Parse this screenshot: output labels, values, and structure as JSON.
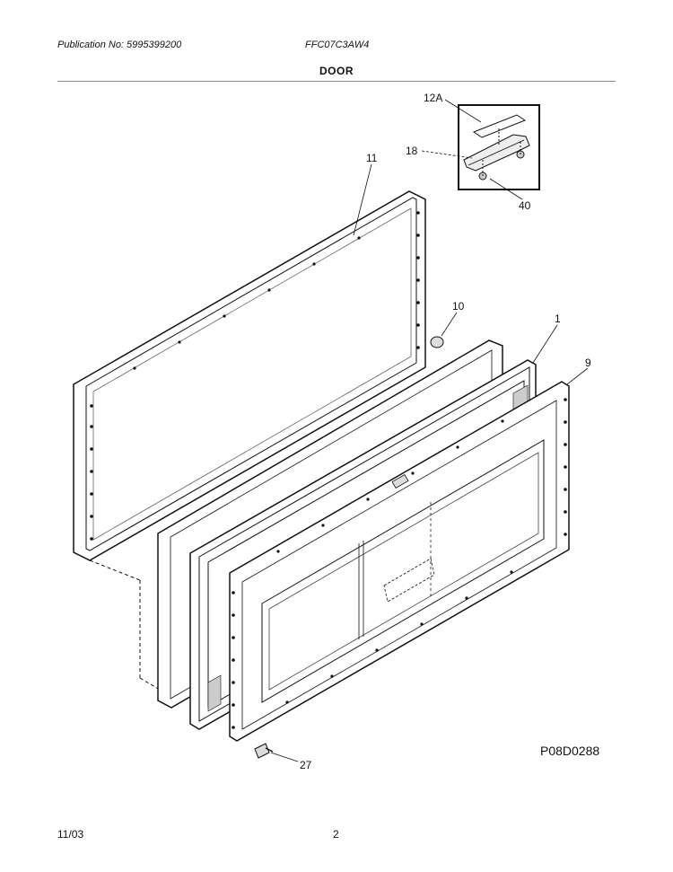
{
  "header": {
    "publication": "Publication No: 5995399200",
    "model": "FFC07C3AW4",
    "title": "DOOR"
  },
  "diagram": {
    "callouts": [
      {
        "id": "11",
        "label": "11"
      },
      {
        "id": "12A",
        "label": "12A"
      },
      {
        "id": "18",
        "label": "18"
      },
      {
        "id": "40",
        "label": "40"
      },
      {
        "id": "10",
        "label": "10"
      },
      {
        "id": "1",
        "label": "1"
      },
      {
        "id": "9",
        "label": "9"
      },
      {
        "id": "27",
        "label": "27"
      }
    ],
    "drawing_code": "P08D0288"
  },
  "footer": {
    "date": "11/03",
    "page": "2"
  }
}
